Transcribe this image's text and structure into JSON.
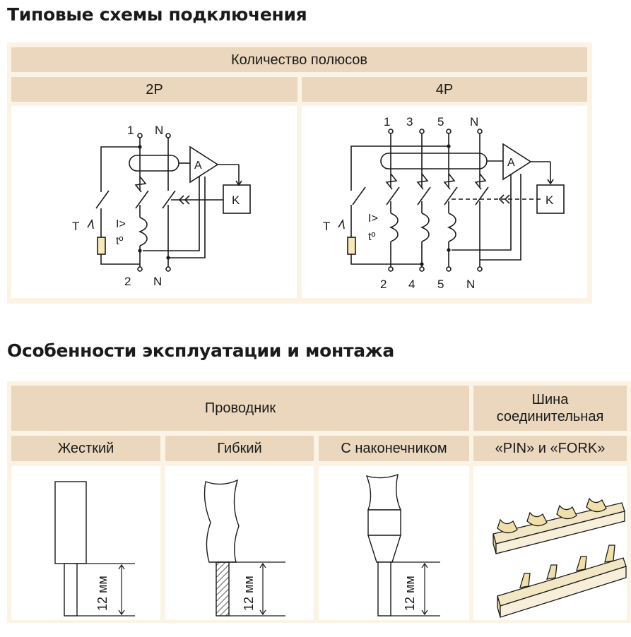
{
  "section1": {
    "title": "Типовые схемы подключения",
    "header": "Количество полюсов",
    "col_2p": "2P",
    "col_4p": "4P",
    "diagram_2p": {
      "top_labels": [
        "1",
        "N"
      ],
      "bottom_labels": [
        "2",
        "N"
      ],
      "test_label": "T",
      "trip_labels": [
        "I>",
        "tº"
      ],
      "amp_label": "A",
      "relay_label": "K"
    },
    "diagram_4p": {
      "top_labels": [
        "1",
        "3",
        "5",
        "N"
      ],
      "bottom_labels": [
        "2",
        "4",
        "5",
        "N"
      ],
      "test_label": "T",
      "trip_labels": [
        "I>",
        "tº"
      ],
      "amp_label": "A",
      "relay_label": "K"
    }
  },
  "section2": {
    "title": "Особенности эксплуатации и монтажа",
    "header_conductor": "Проводник",
    "header_bus_line1": "Шина",
    "header_bus_line2": "соединительная",
    "col_rigid": "Жесткий",
    "col_flexible": "Гибкий",
    "col_ferrule": "С наконечником",
    "col_bus": "«PIN» и «FORK»",
    "strip_length": "12 мм"
  }
}
